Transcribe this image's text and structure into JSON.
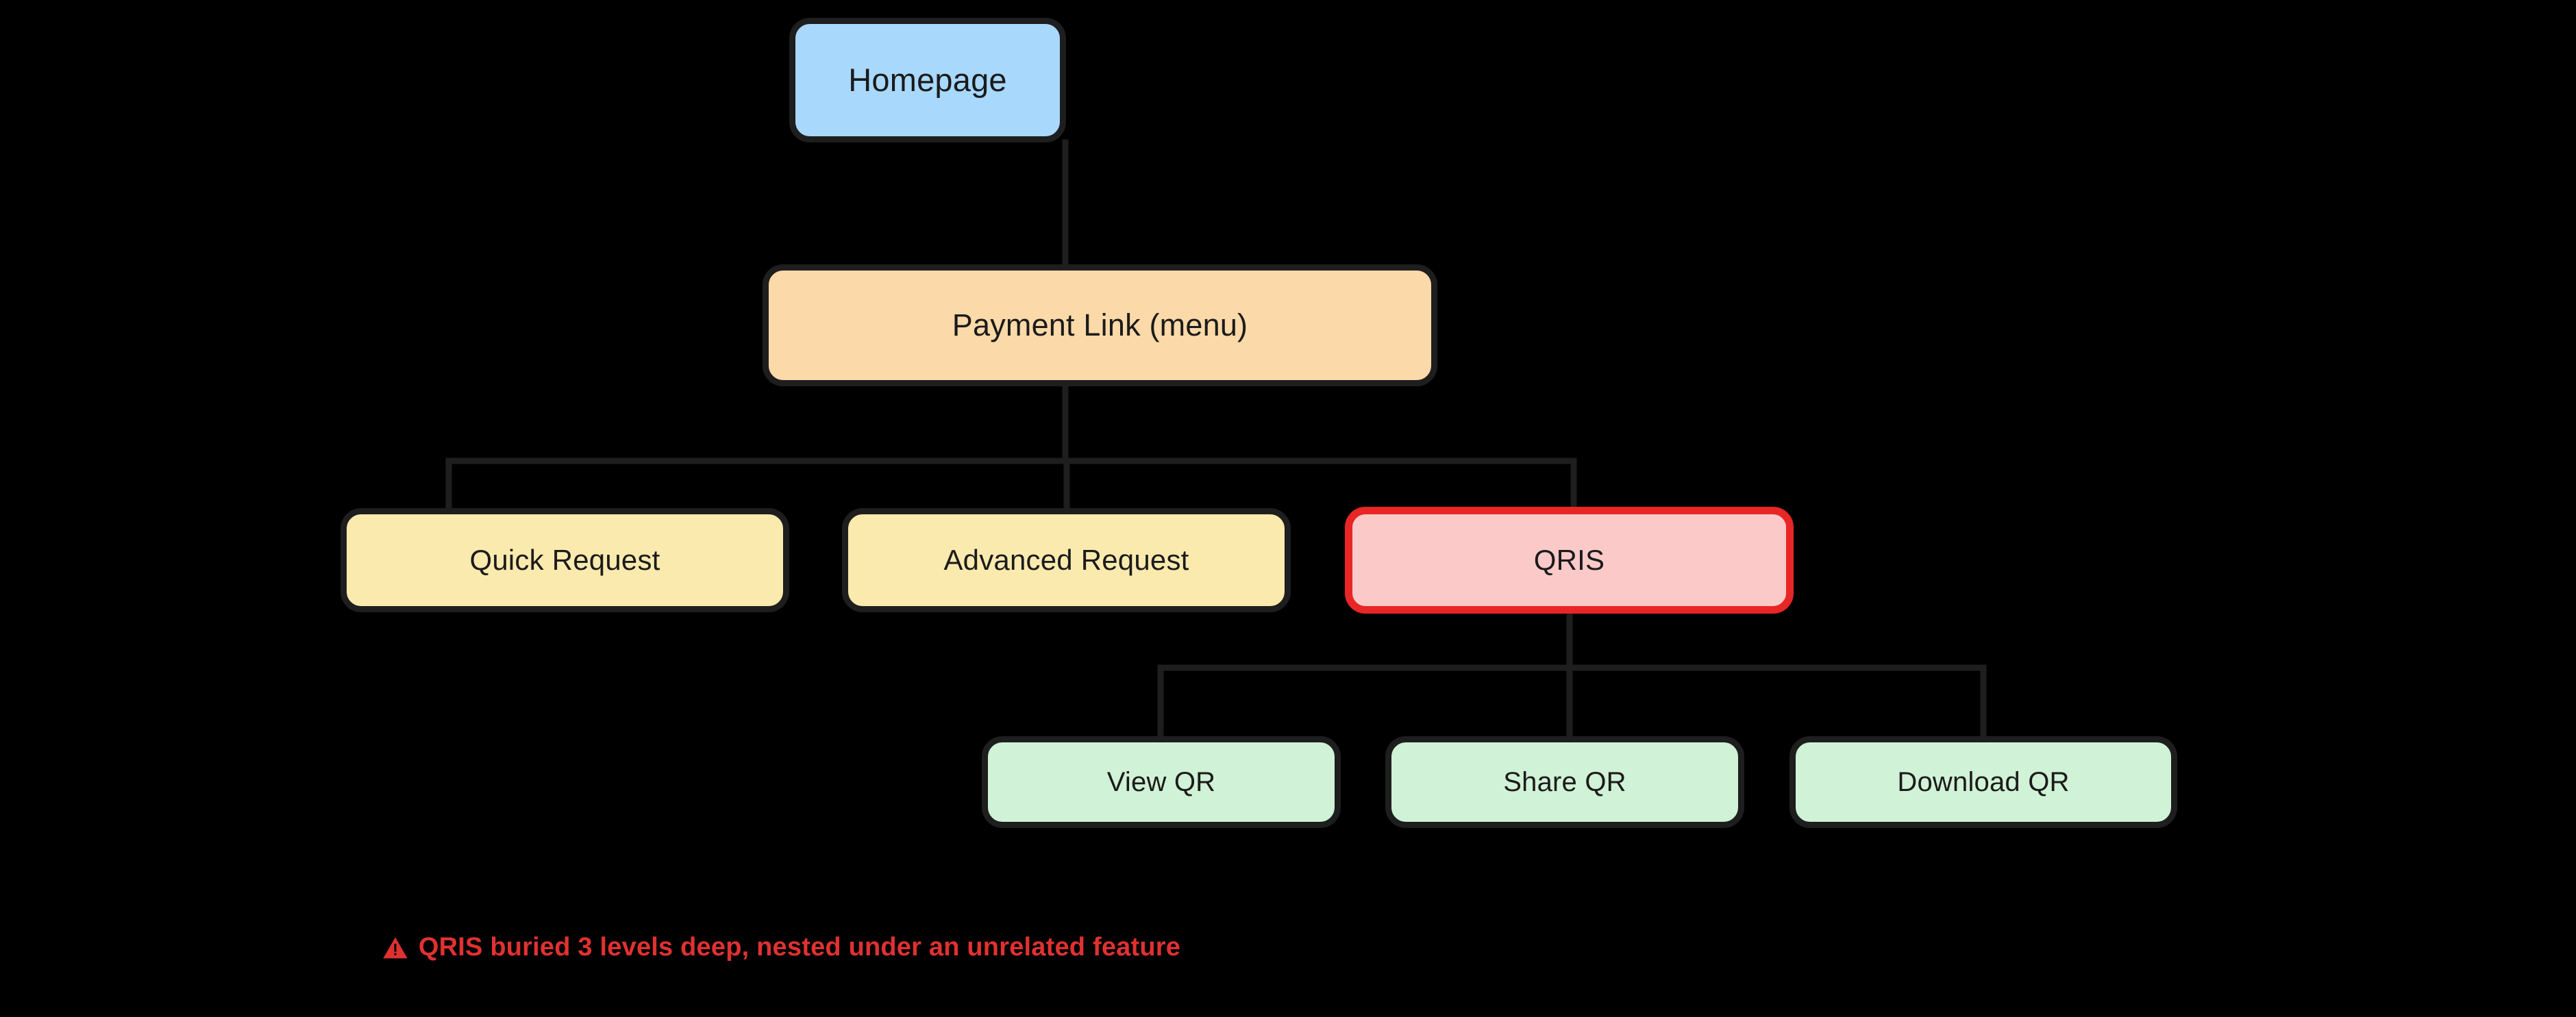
{
  "diagram": {
    "type": "flowchart",
    "direction": "top-down",
    "background_color": "#000000",
    "nodes": [
      {
        "id": "homepage",
        "label": "Homepage",
        "level": 0,
        "fill": "#a8d8fc",
        "stroke": "#1e1e1e",
        "highlight": false
      },
      {
        "id": "paylink",
        "label": "Payment Link (menu)",
        "level": 1,
        "fill": "#fbd9a8",
        "stroke": "#1e1e1e",
        "highlight": false
      },
      {
        "id": "quick",
        "label": "Quick Request",
        "level": 2,
        "fill": "#fbeaae",
        "stroke": "#1e1e1e",
        "highlight": false
      },
      {
        "id": "advanced",
        "label": "Advanced Request",
        "level": 2,
        "fill": "#fbeaae",
        "stroke": "#1e1e1e",
        "highlight": false
      },
      {
        "id": "qris",
        "label": "QRIS",
        "level": 2,
        "fill": "#fcc9c9",
        "stroke": "#e82626",
        "highlight": true
      },
      {
        "id": "view",
        "label": "View QR",
        "level": 3,
        "fill": "#d0f2d6",
        "stroke": "#1e1e1e",
        "highlight": false
      },
      {
        "id": "share",
        "label": "Share QR",
        "level": 3,
        "fill": "#d0f2d6",
        "stroke": "#1e1e1e",
        "highlight": false
      },
      {
        "id": "download",
        "label": "Download QR",
        "level": 3,
        "fill": "#d0f2d6",
        "stroke": "#1e1e1e",
        "highlight": false
      }
    ],
    "edges": [
      {
        "from": "homepage",
        "to": "paylink"
      },
      {
        "from": "paylink",
        "to": "quick"
      },
      {
        "from": "paylink",
        "to": "advanced"
      },
      {
        "from": "paylink",
        "to": "qris"
      },
      {
        "from": "qris",
        "to": "view"
      },
      {
        "from": "qris",
        "to": "share"
      },
      {
        "from": "qris",
        "to": "download"
      }
    ],
    "edge_color": "#1e1e1e"
  },
  "caption": {
    "icon": "warning-triangle-icon",
    "icon_color": "#e03131",
    "text": "QRIS buried 3 levels deep, nested under an unrelated feature",
    "color": "#e03131"
  }
}
